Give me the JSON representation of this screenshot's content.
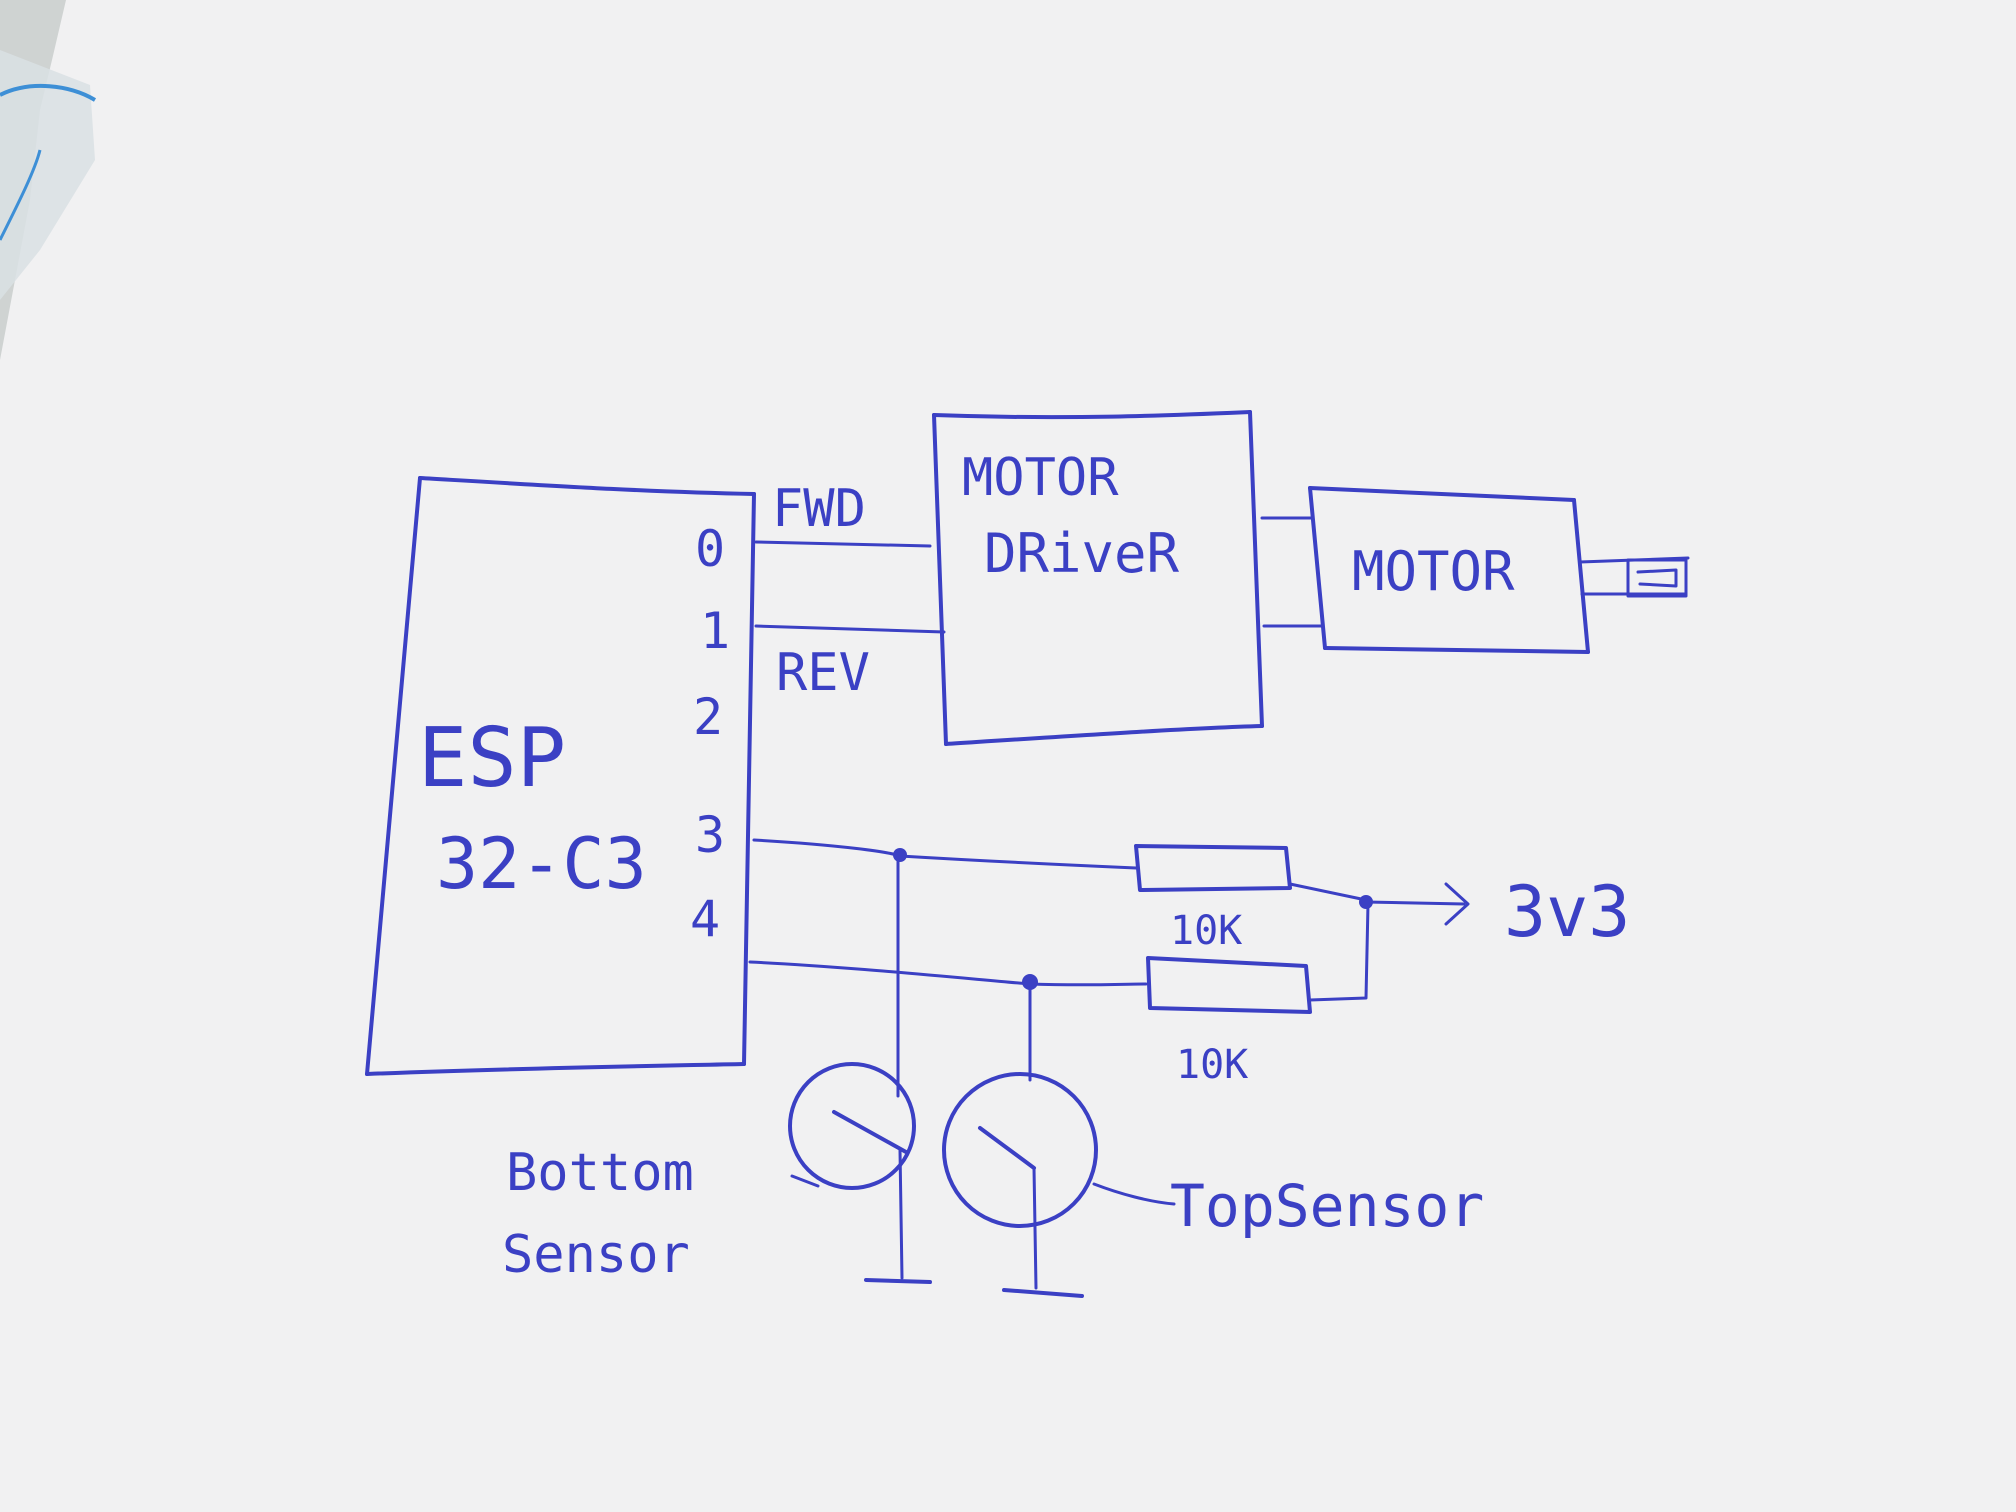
{
  "diagram": {
    "mcu": {
      "line1": "ESP",
      "line2": "32-C3",
      "pins": [
        "0",
        "1",
        "2",
        "3",
        "4"
      ]
    },
    "signals": {
      "fwd": "FWD",
      "rev": "REV"
    },
    "driver": {
      "line1": "MOTOR",
      "line2": "DRiveR"
    },
    "motor": {
      "label": "MOTOR"
    },
    "resistors": [
      {
        "value": "10K"
      },
      {
        "value": "10K"
      }
    ],
    "supply": {
      "label": "3v3"
    },
    "sensors": {
      "bottom_line1": "Bottom",
      "bottom_line2": "Sensor",
      "top": "TopSensor"
    }
  },
  "colors": {
    "ink": "#3b40c4",
    "paper": "#f1f1f2",
    "table": "#cfd3d2"
  }
}
